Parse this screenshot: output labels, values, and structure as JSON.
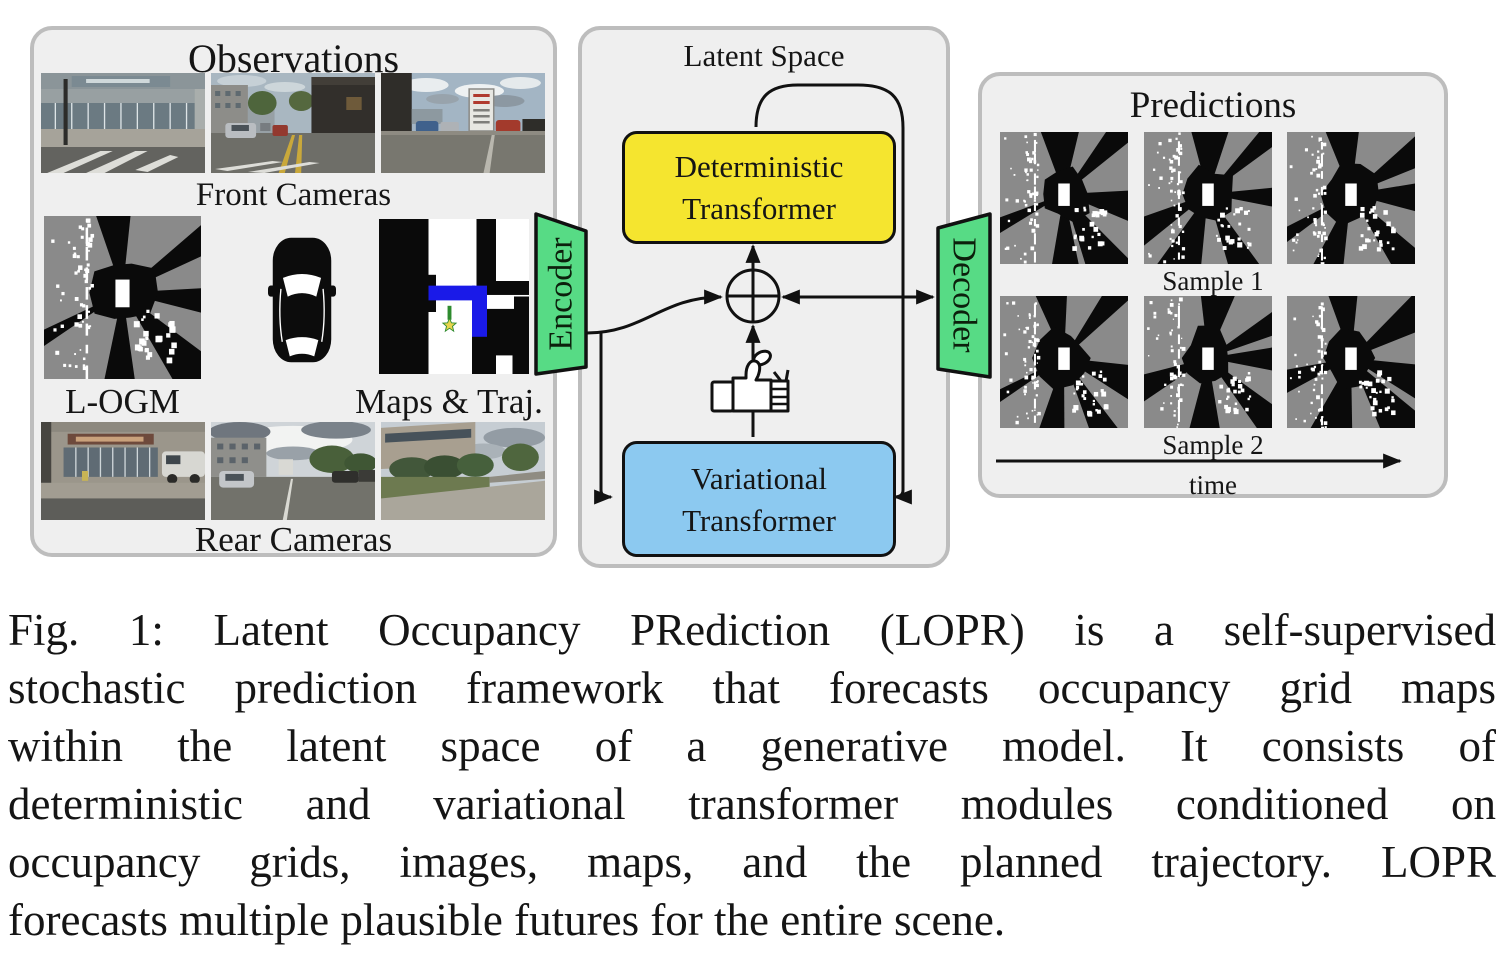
{
  "figure": {
    "observations": {
      "title": "Observations",
      "front_cameras_label": "Front Cameras",
      "logm_label": "L-OGM",
      "maps_traj_label": "Maps & Traj.",
      "rear_cameras_label": "Rear Cameras"
    },
    "latent_space": {
      "title": "Latent Space",
      "deterministic_transformer": {
        "line1": "Deterministic",
        "line2": "Transformer"
      },
      "variational_transformer": {
        "line1": "Variational",
        "line2": "Transformer"
      },
      "encoder_label": "Encoder",
      "decoder_label": "Decoder"
    },
    "predictions": {
      "title": "Predictions",
      "sample_labels": [
        "Sample 1",
        "Sample 2"
      ],
      "time_label": "time"
    },
    "icons": {
      "sum_icon": "⊕",
      "coin_flip_icon": "hand-flipping-coin",
      "car_icon": "ego-vehicle-top-view",
      "time_arrow_icon": "→"
    }
  },
  "caption": {
    "lines": [
      "Fig. 1: Latent Occupancy PRediction (LOPR) is a self-supervised",
      "stochastic prediction framework that forecasts occupancy grid maps",
      "within the latent space of a generative model. It consists of",
      "deterministic and variational transformer modules conditioned on",
      "occupancy grids, images, maps, and the planned trajectory. LOPR",
      "forecasts multiple plausible futures for the entire scene."
    ],
    "full_text": "Fig. 1: Latent Occupancy PRediction (LOPR) is a self-supervised stochastic prediction framework that forecasts occupancy grid maps within the latent space of a generative model. It consists of deterministic and variational transformer modules conditioned on occupancy grids, images, maps, and the planned trajectory. LOPR forecasts multiple plausible futures for the entire scene."
  },
  "colors": {
    "panel_background": "#EFEFEF",
    "panel_border": "#BDBDBD",
    "deterministic_box": "#F5E52F",
    "variational_box": "#8CC9F0",
    "encoder_decoder": "#57DB85",
    "ogm_gray": "#8A8A8A",
    "trajectory_blue": "#1A1AE8",
    "trajectory_marker_green": "#2E8B2E",
    "trajectory_star_yellow": "#E8D44D"
  }
}
